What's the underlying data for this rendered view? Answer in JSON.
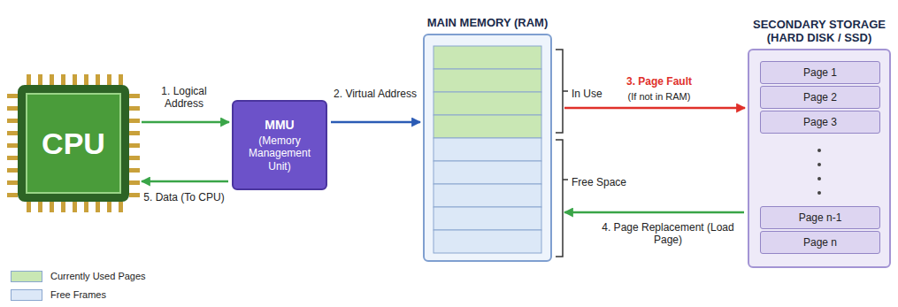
{
  "diagram": {
    "nodes": [
      {
        "text": [
          "CPU"
        ]
      },
      {
        "text": [
          "MMU",
          "(Memory Management Unit)"
        ]
      },
      {
        "text": [
          "MAIN MEMORY (RAM)"
        ]
      },
      {
        "text": [
          "SECONDARY STORAGE (HARD DISK / SSD)"
        ]
      },
      {
        "text": [
          "Page 1"
        ],
        "in": 3
      },
      {
        "text": [
          "Page 2"
        ],
        "in": 3
      },
      {
        "text": [
          "Page 3"
        ],
        "in": 3
      },
      {
        "text": [
          "Page n-1"
        ],
        "in": 3
      },
      {
        "text": [
          "Page n"
        ],
        "in": 3
      }
    ],
    "edges": [
      {
        "from": 0,
        "to": 1,
        "label": "1. Logical Address",
        "arrow": "to"
      },
      {
        "from": 1,
        "to": 2,
        "label": "2. Virtual Address",
        "arrow": "to"
      },
      {
        "from": 2,
        "to": 3,
        "label": "3. Page Fault",
        "arrow": "to"
      },
      {
        "from": 3,
        "to": 2,
        "label": "4. Page Replacement (Load Page)",
        "arrow": "to"
      },
      {
        "from": 1,
        "to": 0,
        "label": "5. Data (To CPU)",
        "arrow": "to"
      }
    ],
    "labels": [
      "In Use",
      "(If not in RAM)",
      "Free Space"
    ],
    "legend": [
      {
        "text": "Currently Used Pages",
        "color": "#c9e7b4"
      },
      {
        "text": "Free Frames",
        "color": "#dce8f7"
      }
    ]
  }
}
